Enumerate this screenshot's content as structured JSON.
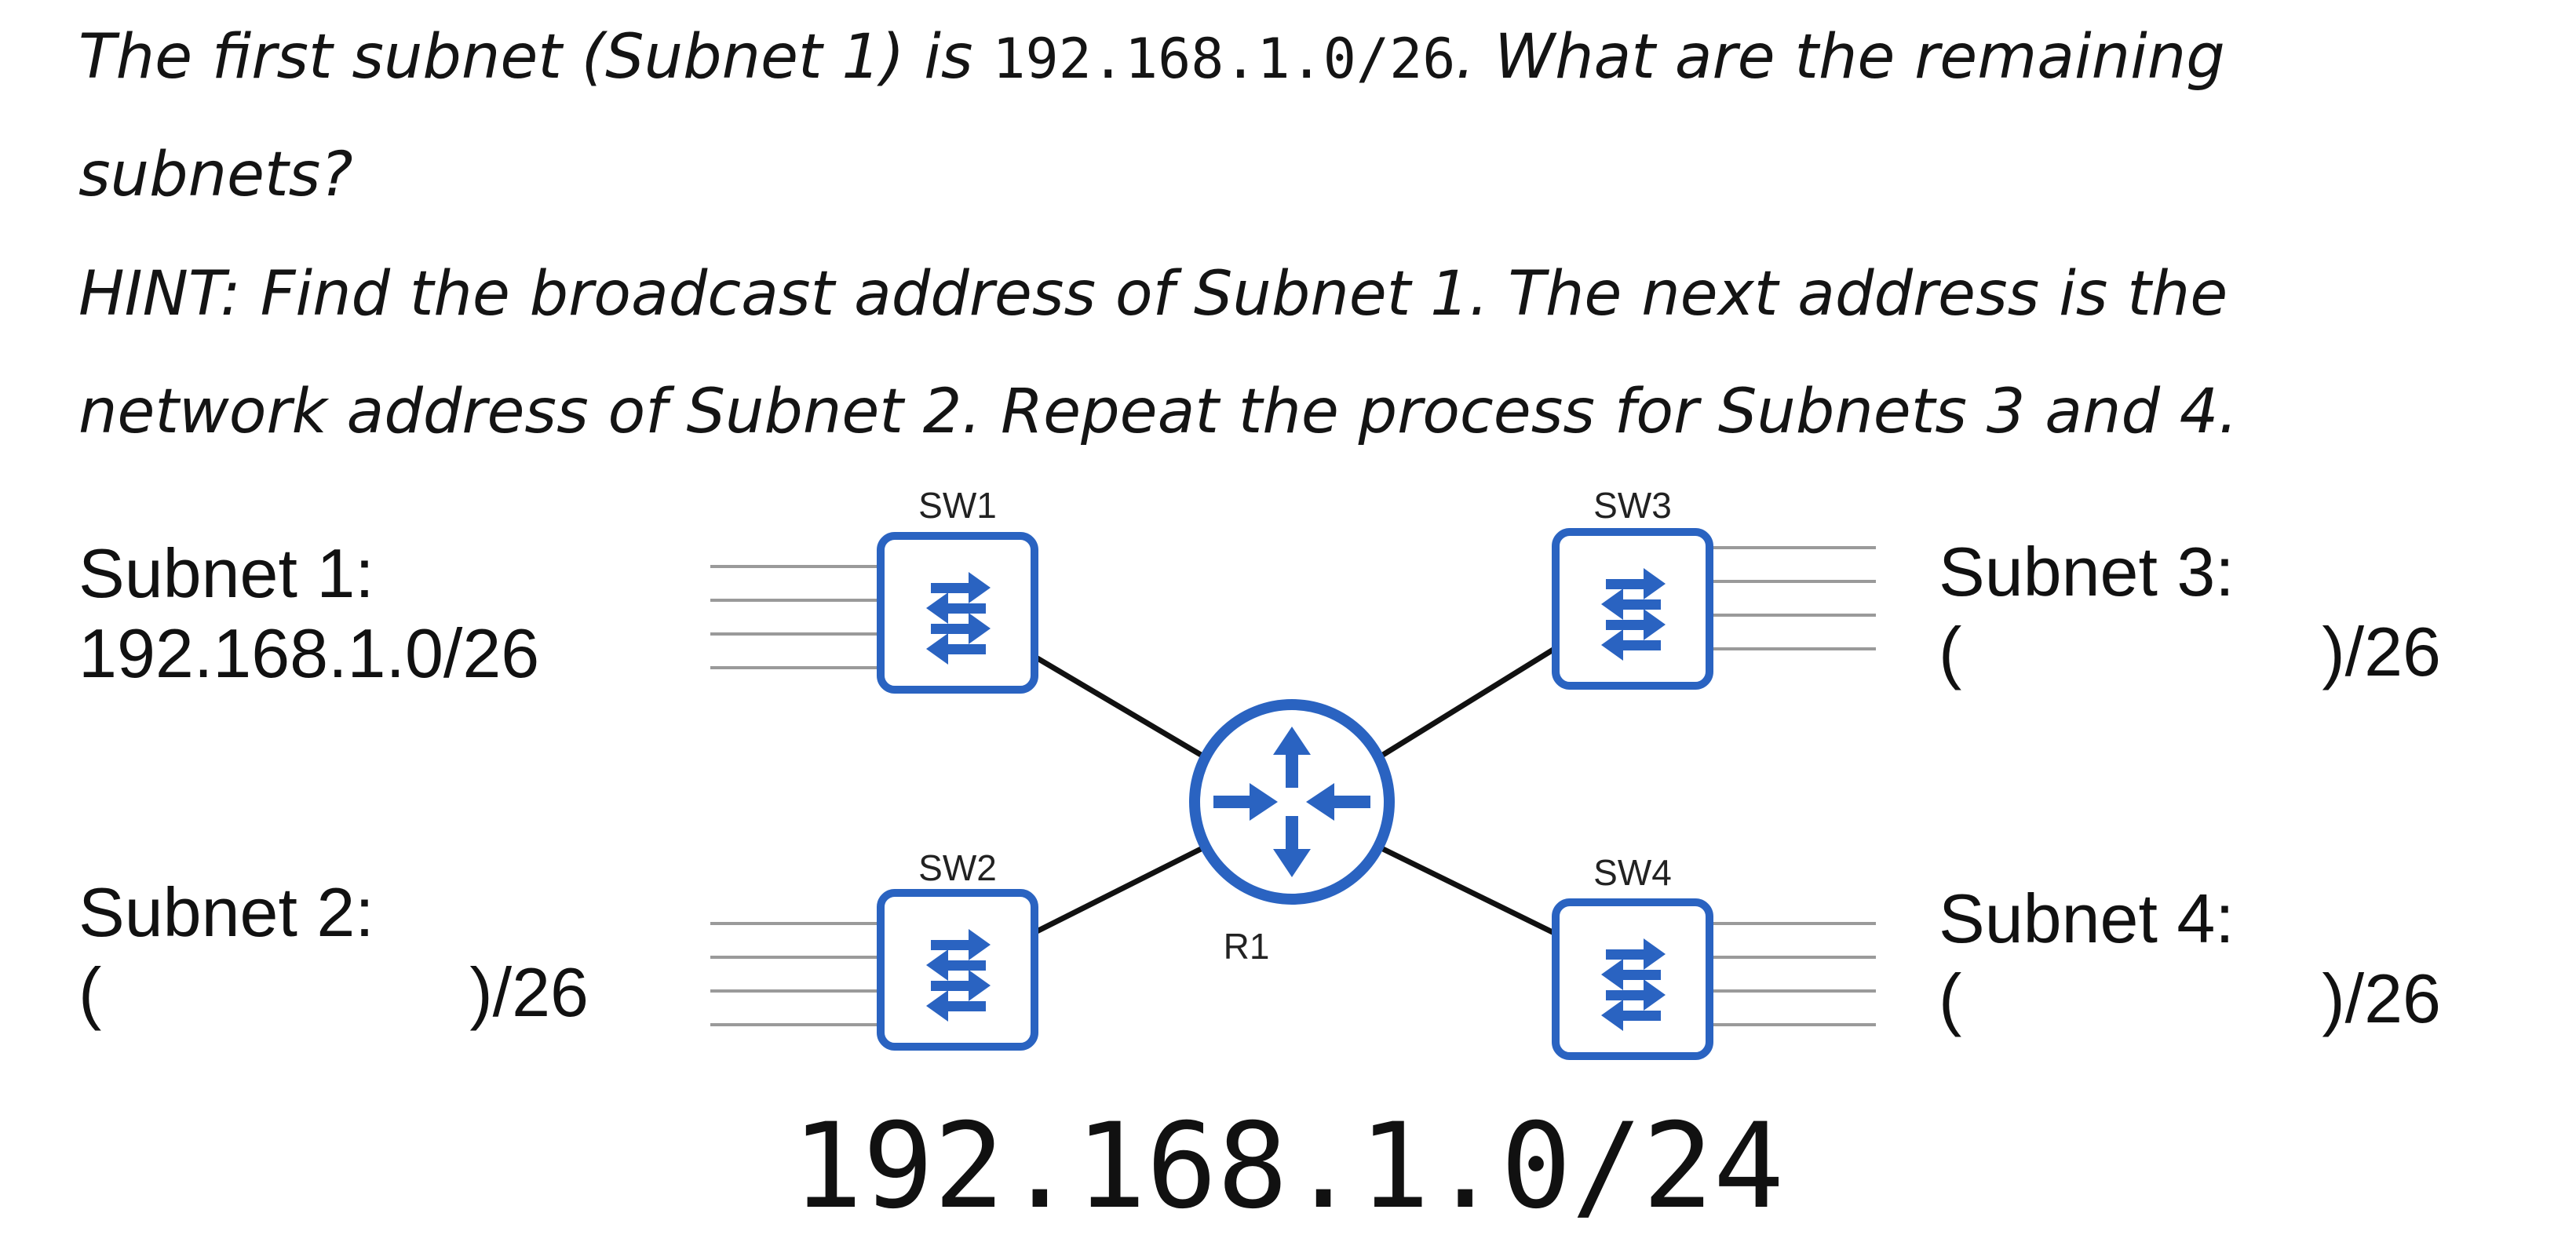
{
  "question": {
    "line1_before": "The first subnet (Subnet 1) is ",
    "line1_network": "192.168.1.0/26",
    "line1_after": ".  What are the remaining",
    "line2": "subnets?",
    "line3": "HINT: Find the broadcast address of Subnet 1.  The next address is the",
    "line4": "network address of Subnet 2.  Repeat the process for Subnets 3 and 4."
  },
  "subnets": {
    "subnet1": {
      "label": "Subnet 1:",
      "value": "192.168.1.0/26"
    },
    "subnet2": {
      "label": "Subnet 2:",
      "open": "(",
      "close": ")/26"
    },
    "subnet3": {
      "label": "Subnet 3:",
      "open": "(",
      "close": ")/26"
    },
    "subnet4": {
      "label": "Subnet 4:",
      "open": "(",
      "close": ")/26"
    }
  },
  "devices": {
    "sw1": "SW1",
    "sw2": "SW2",
    "sw3": "SW3",
    "sw4": "SW4",
    "router": "R1"
  },
  "network": "192.168.1.0/24",
  "colors": {
    "device_blue": "#2a63c1",
    "link": "#111111",
    "host_line": "#9a9a9a"
  }
}
